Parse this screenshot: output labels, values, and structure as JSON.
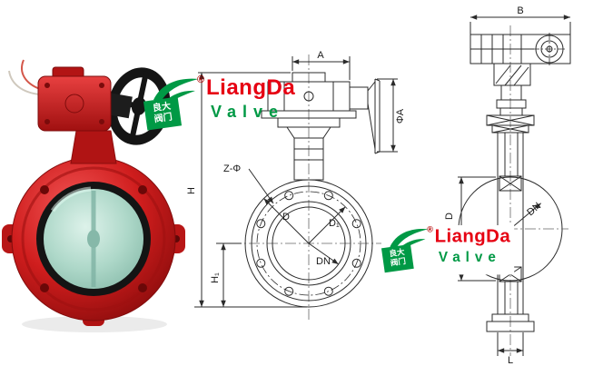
{
  "logo": {
    "registered": "®",
    "brand": "LiangDa",
    "product": "Valve",
    "banner_line1": "良大",
    "banner_line2": "阀门",
    "brand_color": "#e60012",
    "product_color": "#009945"
  },
  "front_view": {
    "dim_actuator_width": "A",
    "dim_handwheel_dia": "ΦA",
    "dim_bolt_holes": "Z-Φ",
    "dim_total_height": "H",
    "dim_height1": "H₁",
    "dim_flange": "D",
    "dim_bolt_circle": "D₁",
    "dim_bore": "DN"
  },
  "side_view": {
    "dim_width": "B",
    "dim_disc": "D",
    "dim_bore": "DN",
    "dim_face": "L"
  },
  "photo": {
    "body_color": "#cf1d1d",
    "disc_color": "#aed8c9",
    "wheel_color": "#151515"
  }
}
